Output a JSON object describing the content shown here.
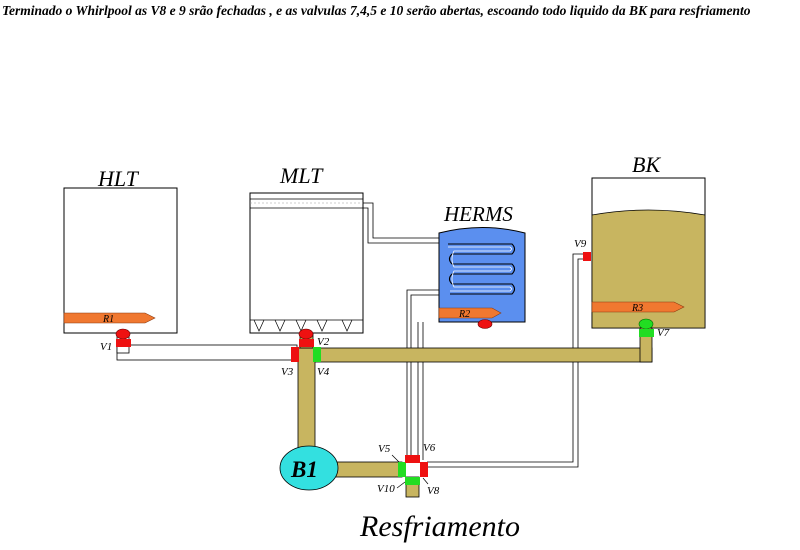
{
  "header": {
    "text": "Terminado o Whirlpool as V8 e 9 srão fechadas , e as valvulas 7,4,5 e 10 serão abertas, escoando todo liquido da BK para resfriamento"
  },
  "vessels": {
    "hlt": "HLT",
    "mlt": "MLT",
    "herms": "HERMS",
    "bk": "BK"
  },
  "resistances": {
    "r1": "R1",
    "r2": "R2",
    "r3": "R3"
  },
  "pump": {
    "label": "B1"
  },
  "valves": {
    "v1": {
      "label": "V1",
      "state": "closed"
    },
    "v2": {
      "label": "V2",
      "state": "closed"
    },
    "v3": {
      "label": "V3",
      "state": "closed"
    },
    "v4": {
      "label": "V4",
      "state": "open"
    },
    "v5": {
      "label": "V5",
      "state": "open"
    },
    "v6": {
      "label": "V6",
      "state": "closed"
    },
    "v7": {
      "label": "V7",
      "state": "open"
    },
    "v8": {
      "label": "V8",
      "state": "closed"
    },
    "v9": {
      "label": "V9",
      "state": "closed"
    },
    "v10": {
      "label": "V10",
      "state": "open"
    }
  },
  "footer": {
    "title": "Resfriamento"
  },
  "colors": {
    "liquid": "#C8B560",
    "valve_open": "#22DD22",
    "valve_closed": "#EE1111",
    "pump": "#33E0E0",
    "herms_water": "#5B8FEF",
    "resistance": "#F07830"
  }
}
